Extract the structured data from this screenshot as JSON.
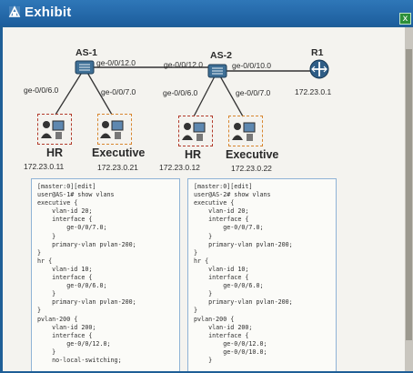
{
  "window": {
    "title": "Exhibit",
    "close_label": "x"
  },
  "topology": {
    "switches": [
      {
        "name": "AS-1",
        "uplink": "ge-0/0/12.0",
        "left_port": "ge-0/0/6.0",
        "right_port": "ge-0/0/7.0"
      },
      {
        "name": "AS-2",
        "uplink": "ge-0/0/12.0",
        "left_port": "ge-0/0/6.0",
        "right_port": "ge-0/0/7.0",
        "router_port": "ge-0/0/10.0"
      }
    ],
    "router": {
      "name": "R1",
      "ip": "172.23.0.1"
    },
    "hosts": [
      {
        "name": "HR",
        "ip": "172.23.0.11"
      },
      {
        "name": "Executive",
        "ip": "172.23.0.21"
      },
      {
        "name": "HR",
        "ip": "172.23.0.12"
      },
      {
        "name": "Executive",
        "ip": "172.23.0.22"
      }
    ]
  },
  "configs": [
    {
      "text": "[master:0][edit]\nuser@AS-1# show vlans\nexecutive {\n    vlan-id 20;\n    interface {\n        ge-0/0/7.0;\n    }\n    primary-vlan pvlan-200;\n}\nhr {\n    vlan-id 10;\n    interface {\n        ge-0/0/6.0;\n    }\n    primary-vlan pvlan-200;\n}\npvlan-200 {\n    vlan-id 200;\n    interface {\n        ge-0/0/12.0;\n    }\n    no-local-switching;"
    },
    {
      "text": "[master:0][edit]\nuser@AS-2# show vlans\nexecutive {\n    vlan-id 20;\n    interface {\n        ge-0/0/7.0;\n    }\n    primary-vlan pvlan-200;\n}\nhr {\n    vlan-id 10;\n    interface {\n        ge-0/0/6.0;\n    }\n    primary-vlan pvlan-200;\n}\npvlan-200 {\n    vlan-id 200;\n    interface {\n        ge-0/0/12.0;\n        ge-0/0/10.0;\n    }"
    }
  ]
}
